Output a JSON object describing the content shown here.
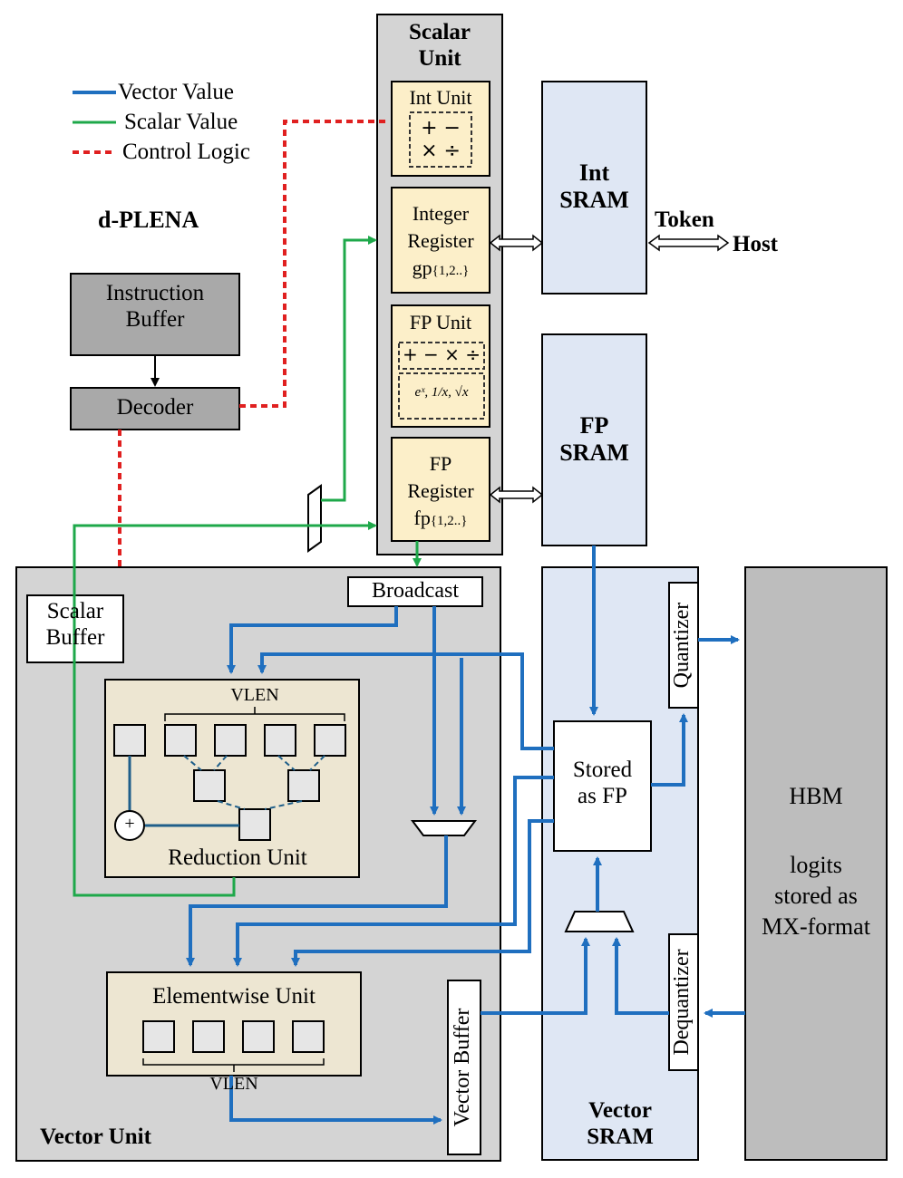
{
  "title": "d-PLENA",
  "legend": {
    "vector_label": "Vector Value",
    "scalar_label": "Scalar Value",
    "control_label": "Control Logic"
  },
  "colors": {
    "vector": "#1f6fbf",
    "scalar": "#1ea84a",
    "control": "#e02020",
    "unit_gray": "#d4d4d4",
    "block_dark_gray": "#a9a9a9",
    "sram_blue": "#dfe7f4",
    "reg_yellow": "#fcefc9",
    "reduction_tan": "#ede6d2",
    "hbm_gray": "#bdbdbd"
  },
  "instruction_buffer": {
    "line1": "Instruction",
    "line2": "Buffer"
  },
  "decoder": "Decoder",
  "scalar_unit": {
    "title_line1": "Scalar",
    "title_line2": "Unit",
    "int_unit": {
      "title": "Int Unit",
      "ops_line1": "+ −",
      "ops_line2": "× ÷"
    },
    "integer_register": {
      "line1": "Integer",
      "line2": "Register",
      "line3": "gp",
      "index": "{1,2..}"
    },
    "fp_unit": {
      "title": "FP Unit",
      "ops_basic": "+ − × ÷",
      "ops_special": "eˣ, 1/x, √x"
    },
    "fp_register": {
      "line1": "FP",
      "line2": "Register",
      "line3": "fp",
      "index": "{1,2..}"
    }
  },
  "int_sram": {
    "line1": "Int",
    "line2": "SRAM"
  },
  "fp_sram": {
    "line1": "FP",
    "line2": "SRAM"
  },
  "token_label": "Token",
  "host_label": "Host",
  "vector_unit": {
    "title": "Vector Unit",
    "scalar_buffer": {
      "line1": "Scalar",
      "line2": "Buffer"
    },
    "broadcast": "Broadcast",
    "reduction_unit": {
      "title": "Reduction Unit",
      "vlen": "VLEN",
      "adder": "+"
    },
    "elementwise_unit": {
      "title": "Elementwise Unit",
      "vlen": "VLEN"
    },
    "vector_buffer": "Vector Buffer"
  },
  "vector_sram": {
    "line1": "Vector",
    "line2": "SRAM",
    "stored_line1": "Stored",
    "stored_line2": "as FP",
    "quantizer": "Quantizer",
    "dequantizer": "Dequantizer"
  },
  "hbm": {
    "title": "HBM",
    "line1": "logits",
    "line2": "stored as",
    "line3": "MX-format"
  }
}
